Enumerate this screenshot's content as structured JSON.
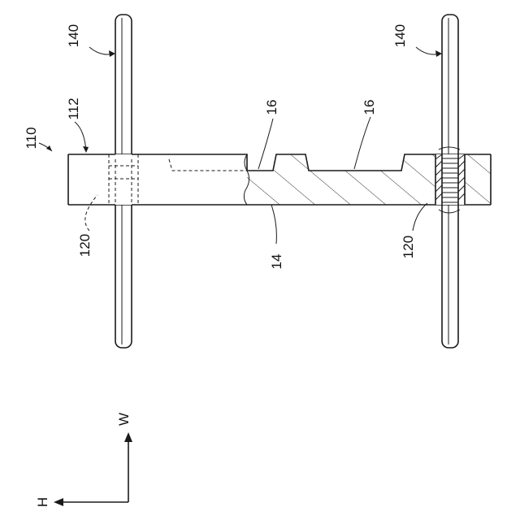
{
  "figure": {
    "labels": {
      "assembly": "110",
      "plate_top": "112",
      "rod_left": "140",
      "rod_right": "140",
      "groove_a": "16",
      "groove_b": "16",
      "bore_left": "120",
      "bore_right": "120",
      "body": "14"
    },
    "axes": {
      "w": "W",
      "h": "H"
    }
  }
}
